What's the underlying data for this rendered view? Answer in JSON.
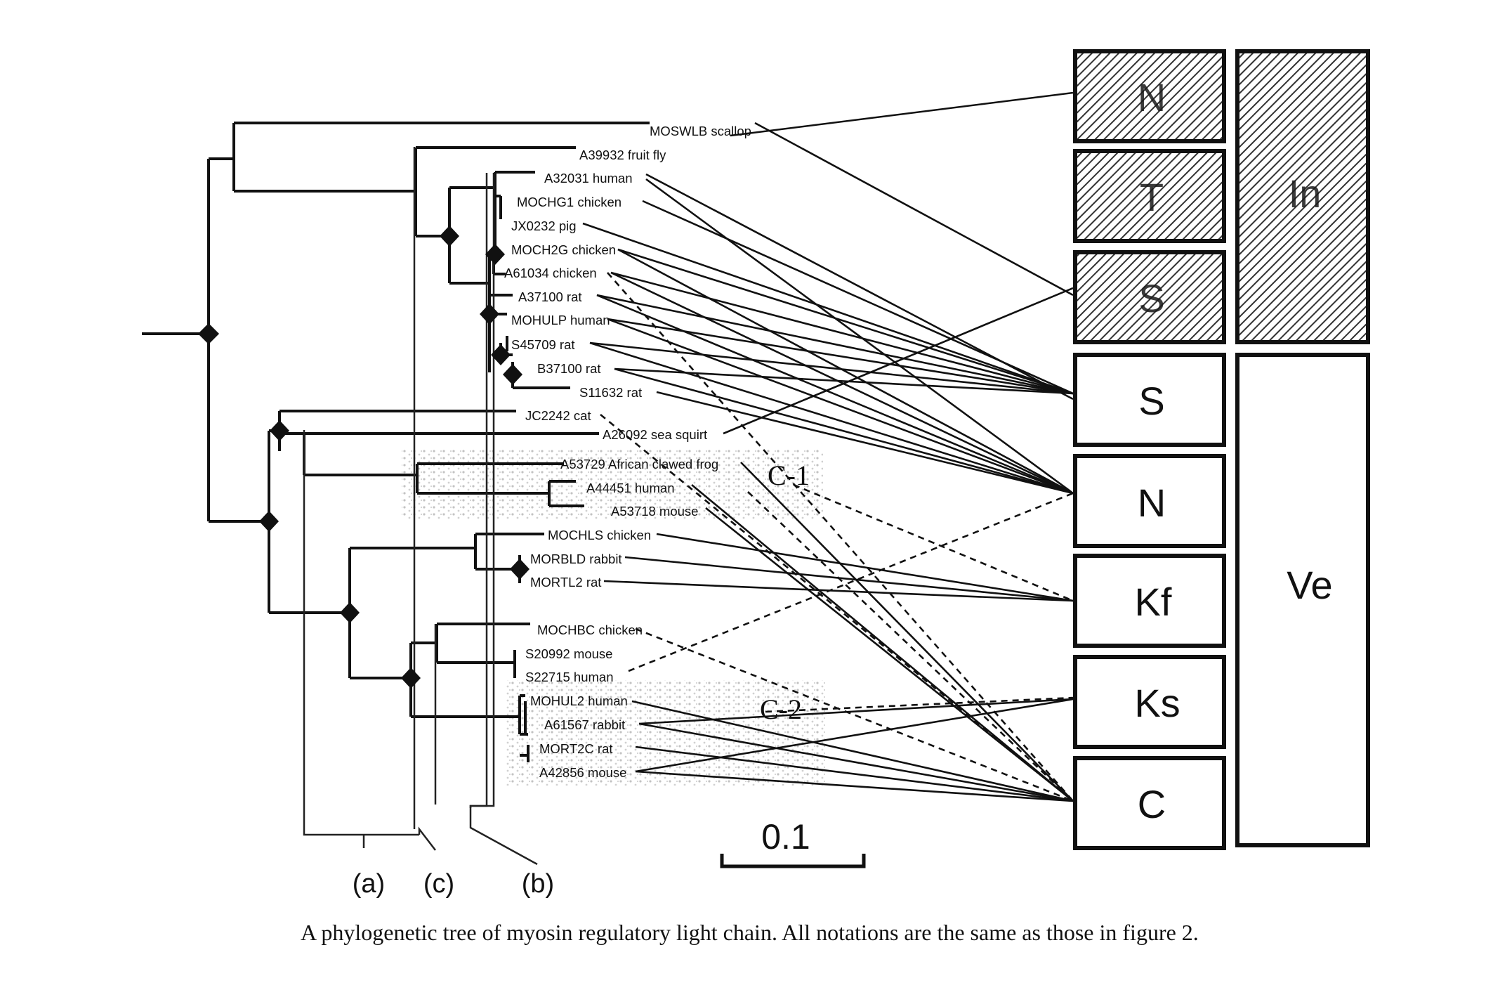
{
  "taxa": [
    "MOSWLB scallop",
    "A39932  fruit  fly",
    "A32031  human",
    "MOCHG1 chicken",
    "JX0232 pig",
    "MOCH2G chicken",
    "A61034  chicken",
    "A37100  rat",
    "MOHULP human",
    "S45709  rat",
    "B37100  rat",
    "S11632  rat",
    "JC2242  cat",
    "A26092  sea  squirt",
    "A53729  African  clawed  frog",
    "A44451   human",
    "A53718  mouse",
    "MOCHLS chicken",
    "MORBLD rabbit",
    "MORTL2 rat",
    "MOCHBC chicken",
    "S20992  mouse",
    "S22715  human",
    "MOHUL2 human",
    "A61567  rabbit",
    "MORT2C rat",
    "A42856  mouse"
  ],
  "tissue_boxes": {
    "left_column": [
      "N",
      "T",
      "S",
      "S",
      "N",
      "Kf",
      "Ks",
      "C"
    ],
    "right_column": [
      "In",
      "Ve"
    ],
    "hatched": [
      "N",
      "T",
      "S",
      "In"
    ]
  },
  "clade_labels": [
    "C-1",
    "C-2"
  ],
  "group_labels": [
    "(a)",
    "(c)",
    "(b)"
  ],
  "scale_bar": "0.1",
  "caption": "A phylogenetic tree of myosin regulatory light chain. All notations are the same as those in figure 2.",
  "colors": {
    "ink": "#111111",
    "hatch": "#333333",
    "speckle": "#9a9a9a"
  }
}
